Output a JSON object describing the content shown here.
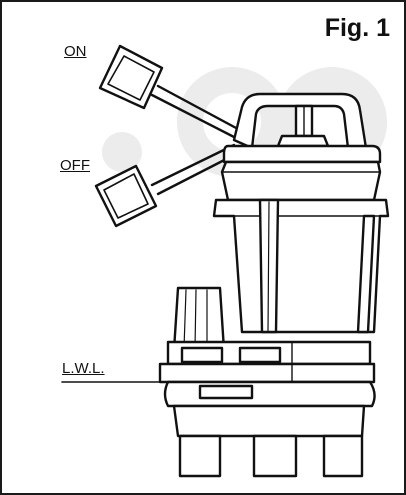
{
  "figure": {
    "title": "Fig. 1",
    "labels": {
      "on": "ON",
      "off": "OFF",
      "lwl": "L.W.L."
    }
  },
  "colors": {
    "ink": "#111111",
    "watermark": "#ececec",
    "background": "#ffffff"
  },
  "icons": {
    "float_on": "float-switch-on-icon",
    "float_off": "float-switch-off-icon",
    "pump": "submersible-pump-icon"
  }
}
